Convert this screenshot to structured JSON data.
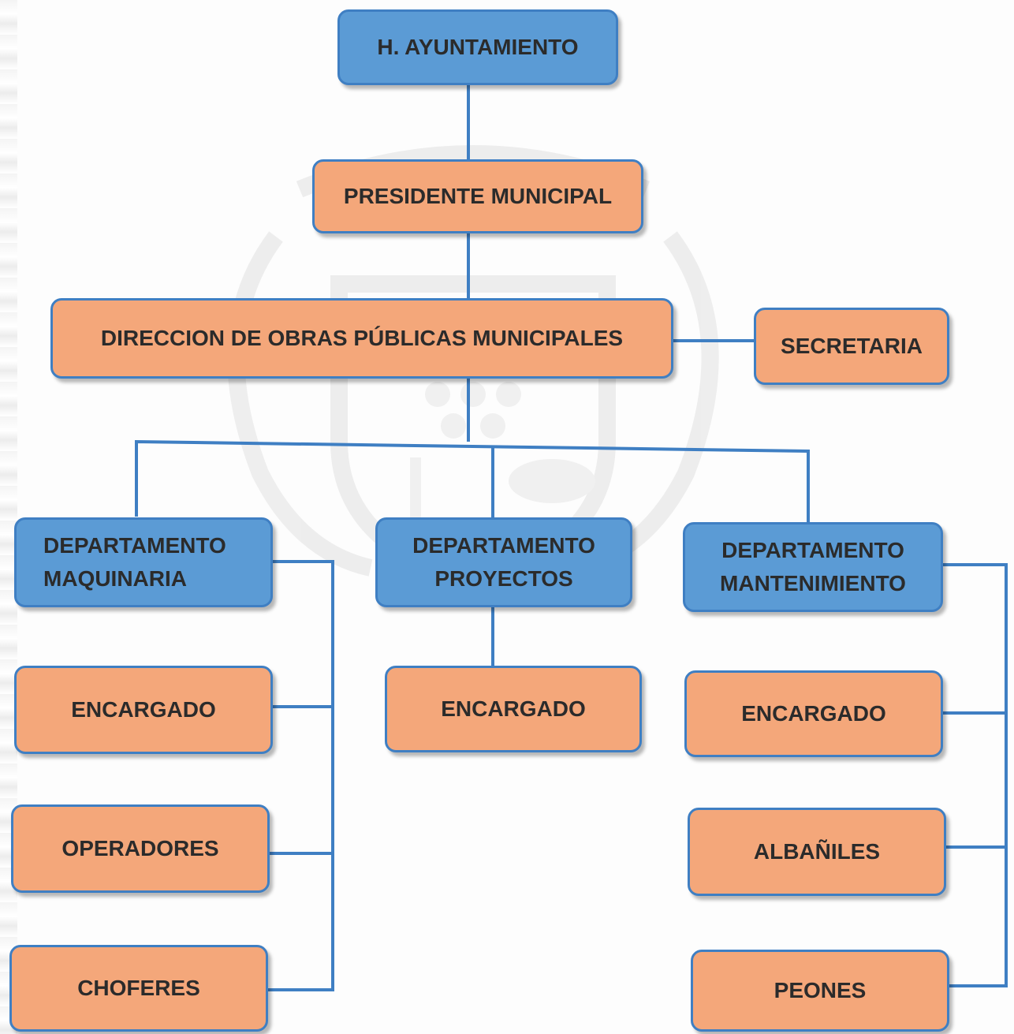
{
  "org_chart": {
    "root": "H. AYUNTAMIENTO",
    "president": "PRESIDENTE MUNICIPAL",
    "directorate": "DIRECCION DE OBRAS PÚBLICAS MUNICIPALES",
    "secretary": "SECRETARIA",
    "departments": [
      {
        "line1": "DEPARTAMENTO",
        "line2": "MAQUINARIA",
        "staff": [
          "ENCARGADO",
          "OPERADORES",
          "CHOFERES"
        ]
      },
      {
        "line1": "DEPARTAMENTO",
        "line2": "PROYECTOS",
        "staff": [
          "ENCARGADO"
        ]
      },
      {
        "line1": "DEPARTAMENTO",
        "line2": "MANTENIMIENTO",
        "staff": [
          "ENCARGADO",
          "ALBAÑILES",
          "PEONES"
        ]
      }
    ]
  },
  "colors": {
    "level_blue": "#5b9bd5",
    "level_orange": "#f4a77a",
    "border": "#3f7fc3",
    "connector": "#3f7fc3"
  }
}
